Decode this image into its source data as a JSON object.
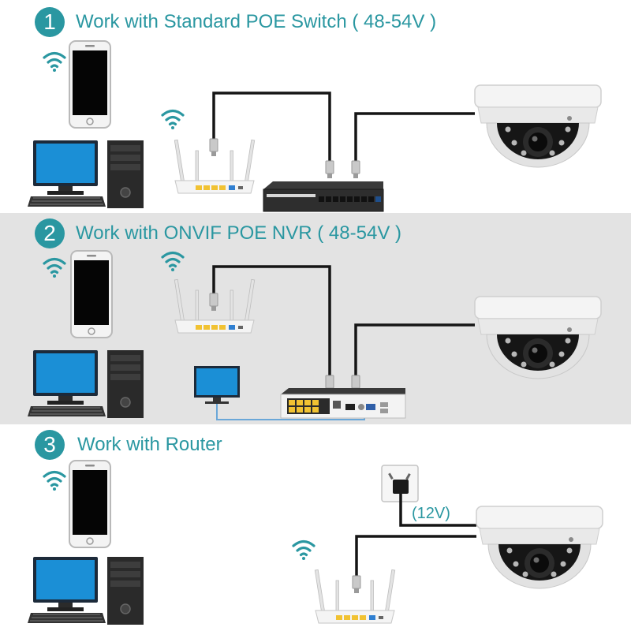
{
  "colors": {
    "accent": "#2a97a1",
    "cable": "#151515",
    "lan_cable": "#6aa7d8"
  },
  "sections": [
    {
      "number": "1",
      "title": "Work with Standard POE Switch ( 48-54V )"
    },
    {
      "number": "2",
      "title": "Work with ONVIF POE NVR ( 48-54V )"
    },
    {
      "number": "3",
      "title": "Work with Router"
    }
  ],
  "power_label": "(12V)",
  "icons": [
    "wifi-icon",
    "smartphone",
    "desktop-computer",
    "wireless-router",
    "poe-switch",
    "nvr-recorder",
    "monitor",
    "dome-camera",
    "power-outlet"
  ]
}
